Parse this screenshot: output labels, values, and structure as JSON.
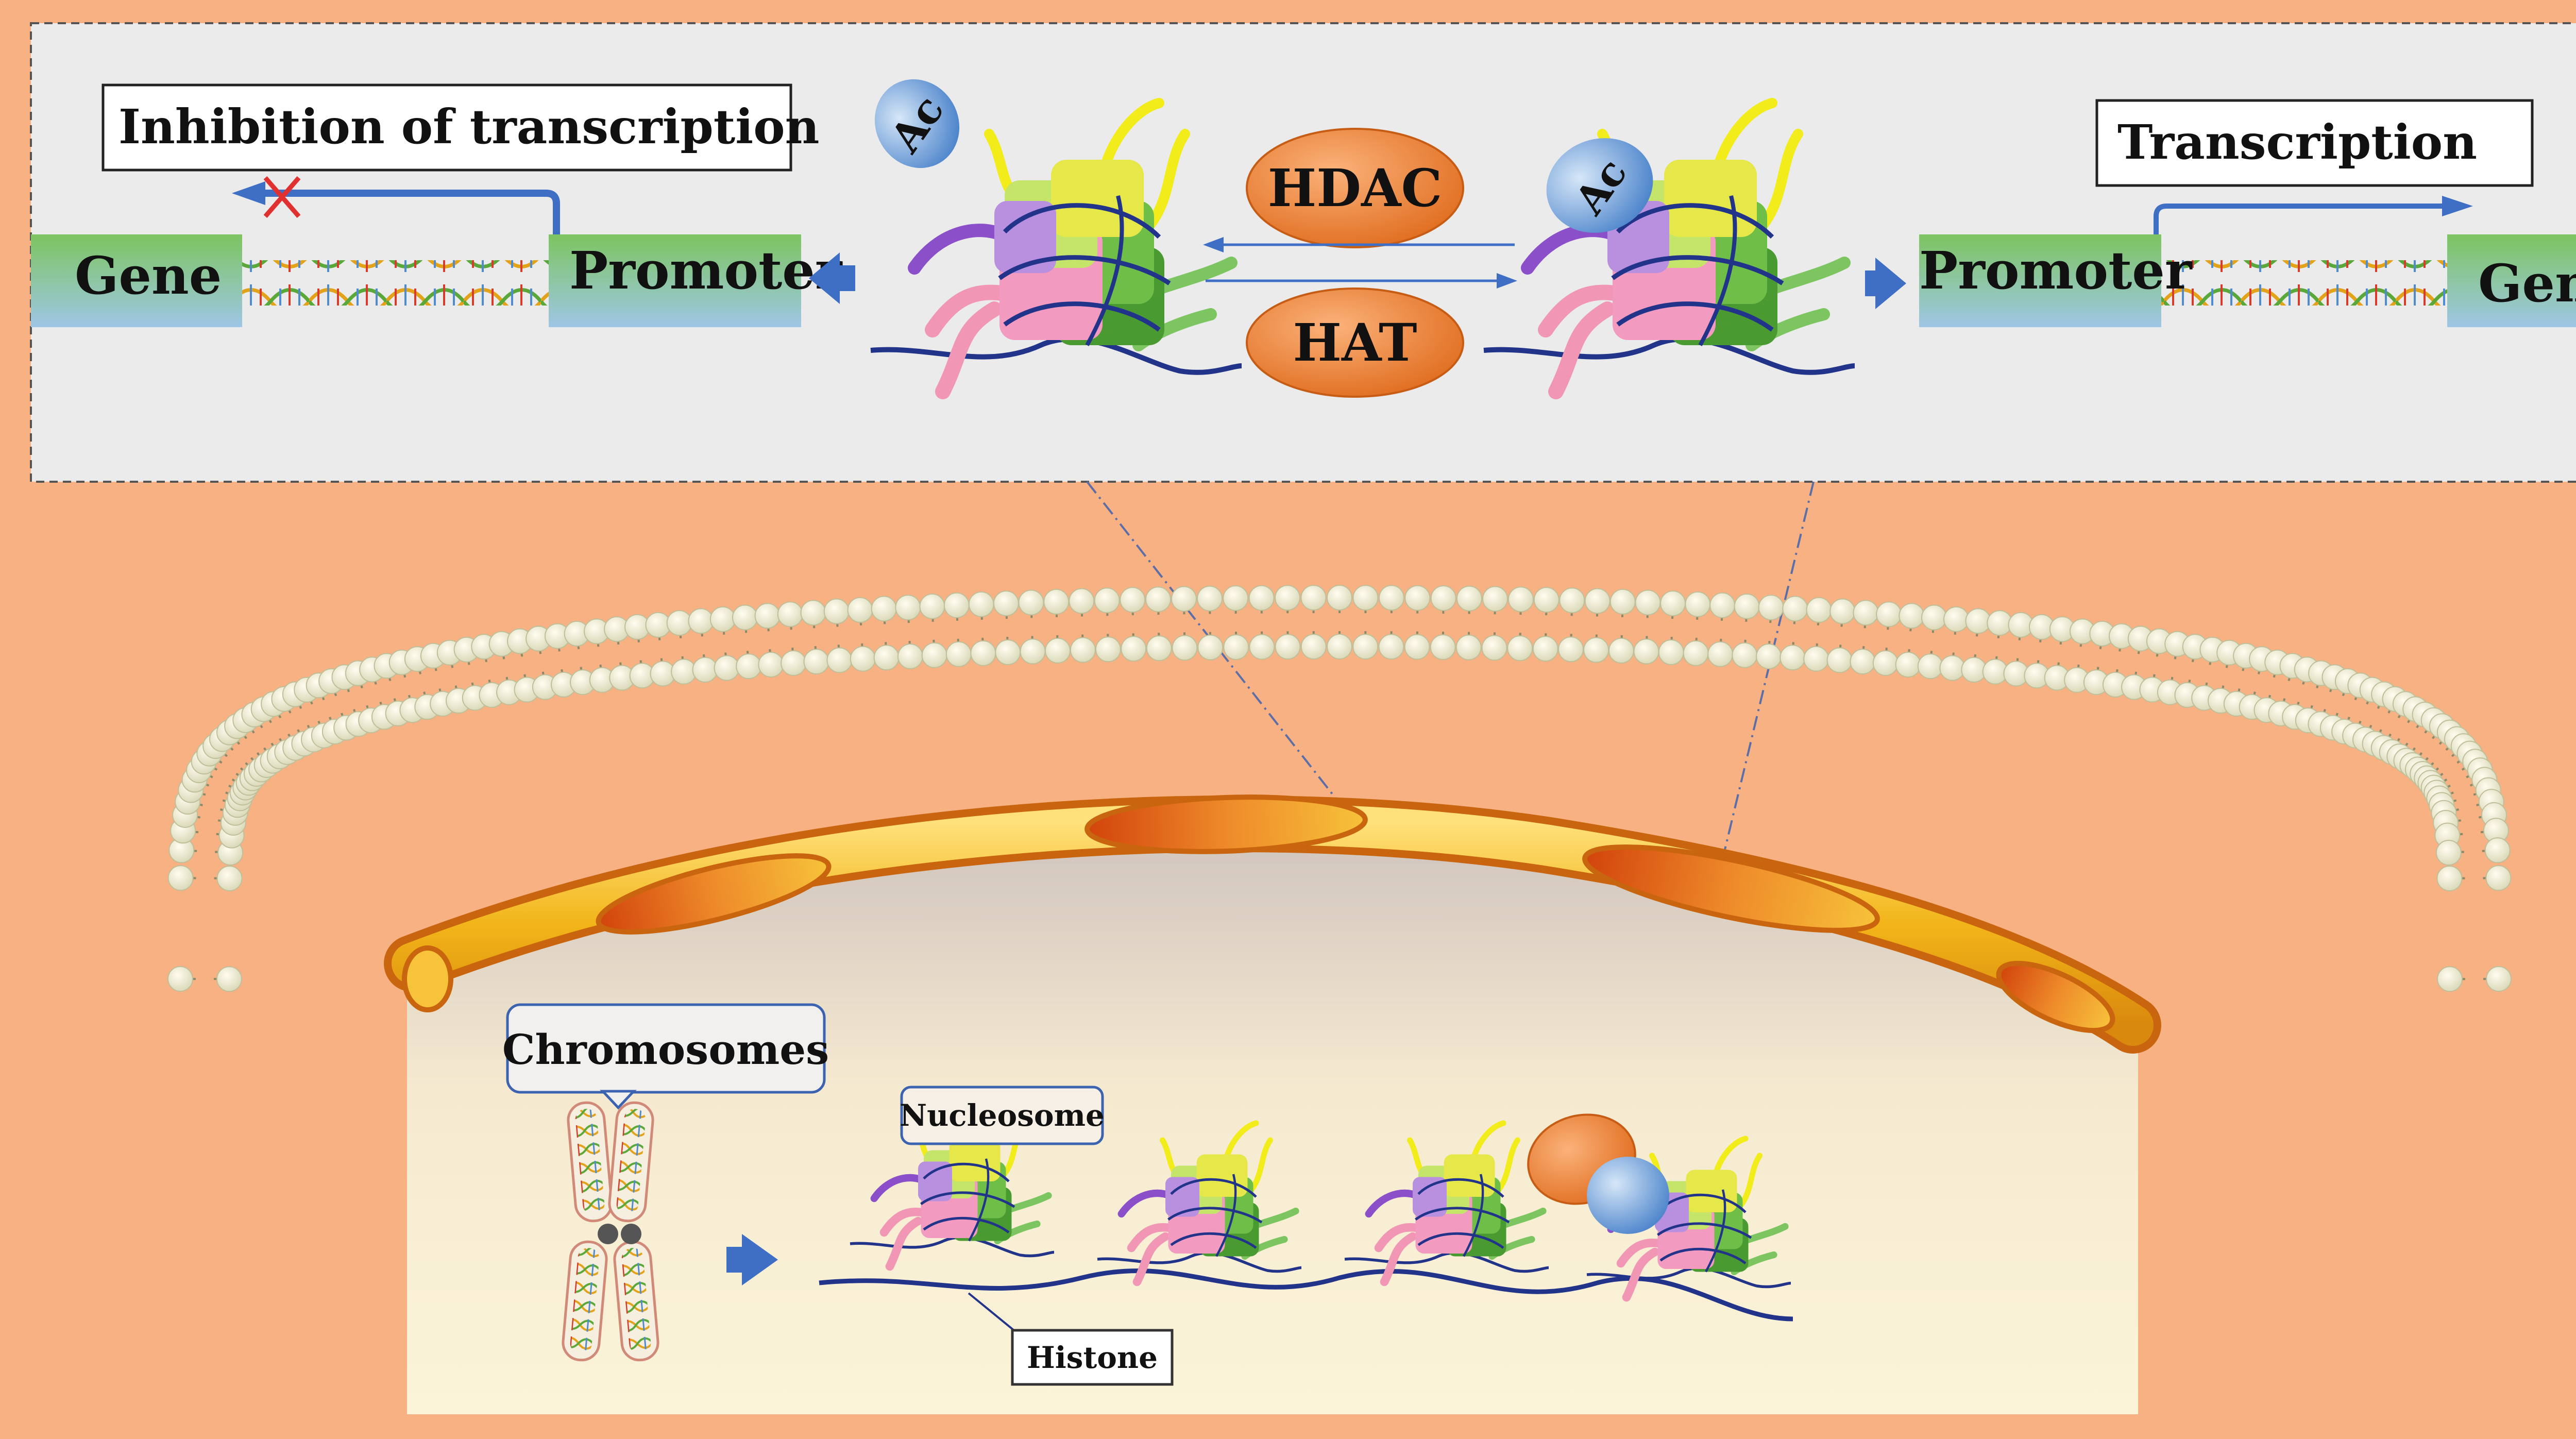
{
  "colors": {
    "background": "#f8b183",
    "top_panel": "#ebebeb",
    "nucleus_fill": "#faf1d2",
    "gene_block": "#9fc6e6",
    "promoter_block": "#7cc560",
    "enzyme_orange": "#e9772e",
    "ac_blue": "#5a8fd0",
    "arrow_blue": "#4a78c8",
    "envelope_yellow": "#f6c12b",
    "envelope_orange": "#d96a15"
  },
  "labels": {
    "inhibition": "Inhibition of transcription",
    "transcription": "Transcription",
    "gene_left": "Gene",
    "promoter_left": "Promoter",
    "promoter_right": "Promoter",
    "gene_right": "Gene",
    "hdac": "HDAC",
    "hat": "HAT",
    "ac_left": "Ac",
    "ac_right": "Ac",
    "chromosomes": "Chromosomes",
    "nucleosome": "Nucleosome",
    "histone": "Histone"
  },
  "icons": [
    "acetyl-group-icon",
    "nucleosome-icon",
    "dna-helix-icon",
    "block-x-icon",
    "chromosome-icon",
    "lipid-bilayer-icon"
  ]
}
